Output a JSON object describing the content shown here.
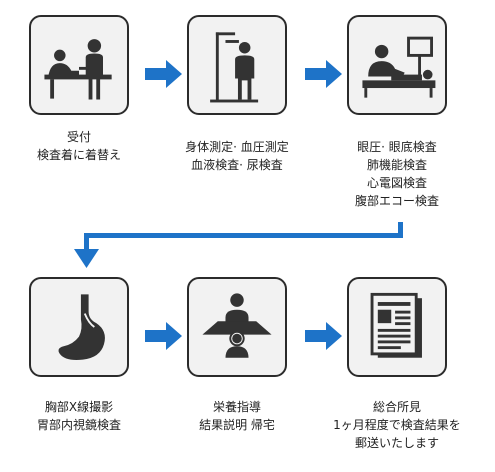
{
  "colors": {
    "arrow": "#1e73c8",
    "icon": "#333333",
    "box_bg": "#f2f2f2",
    "box_border": "#2b2b2b"
  },
  "steps": [
    {
      "icon": "reception-icon",
      "lines": [
        "受付",
        "検査着に着替え"
      ]
    },
    {
      "icon": "height-measure-icon",
      "lines": [
        "身体測定· 血圧測定",
        "血液検査· 尿検査"
      ]
    },
    {
      "icon": "ecg-exam-icon",
      "lines": [
        "眼圧· 眼底検査",
        "肺機能検査",
        "心電図検査",
        "腹部エコー検査"
      ]
    },
    {
      "icon": "stomach-icon",
      "lines": [
        "胸部X線撮影",
        "胃部内視鏡検査"
      ]
    },
    {
      "icon": "consultation-icon",
      "lines": [
        "栄養指導",
        "結果説明 帰宅"
      ]
    },
    {
      "icon": "report-document-icon",
      "lines": [
        "総合所見",
        "1ヶ月程度で検査結果を",
        "郵送いたします"
      ]
    }
  ]
}
